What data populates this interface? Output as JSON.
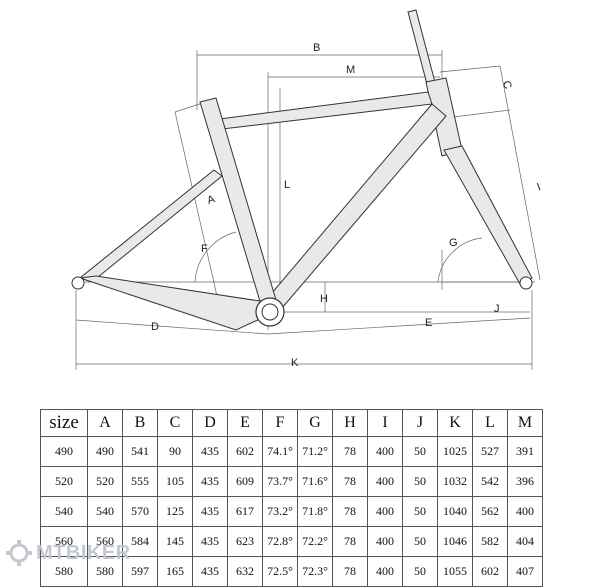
{
  "diagram": {
    "dimension_labels": {
      "A": "A",
      "B": "B",
      "C": "C",
      "D": "D",
      "E": "E",
      "F": "F",
      "G": "G",
      "H": "H",
      "I": "I",
      "J": "J",
      "K": "K",
      "L": "L",
      "M": "M"
    }
  },
  "table": {
    "headers": [
      "size",
      "A",
      "B",
      "C",
      "D",
      "E",
      "F",
      "G",
      "H",
      "I",
      "J",
      "K",
      "L",
      "M"
    ],
    "rows": [
      [
        "490",
        "490",
        "541",
        "90",
        "435",
        "602",
        "74.1°",
        "71.2°",
        "78",
        "400",
        "50",
        "1025",
        "527",
        "391"
      ],
      [
        "520",
        "520",
        "555",
        "105",
        "435",
        "609",
        "73.7°",
        "71.6°",
        "78",
        "400",
        "50",
        "1032",
        "542",
        "396"
      ],
      [
        "540",
        "540",
        "570",
        "125",
        "435",
        "617",
        "73.2°",
        "71.8°",
        "78",
        "400",
        "50",
        "1040",
        "562",
        "400"
      ],
      [
        "560",
        "560",
        "584",
        "145",
        "435",
        "623",
        "72.8°",
        "72.2°",
        "78",
        "400",
        "50",
        "1046",
        "582",
        "404"
      ],
      [
        "580",
        "580",
        "597",
        "165",
        "435",
        "632",
        "72.5°",
        "72.3°",
        "78",
        "400",
        "50",
        "1055",
        "602",
        "407"
      ]
    ]
  },
  "watermark": {
    "text": "MTBIKER",
    "icon": "gear-logo-icon"
  },
  "colors": {
    "line": "#333333",
    "fill": "#e9e9e9",
    "dim": "#666666",
    "watermark": "#c0c6cc"
  }
}
